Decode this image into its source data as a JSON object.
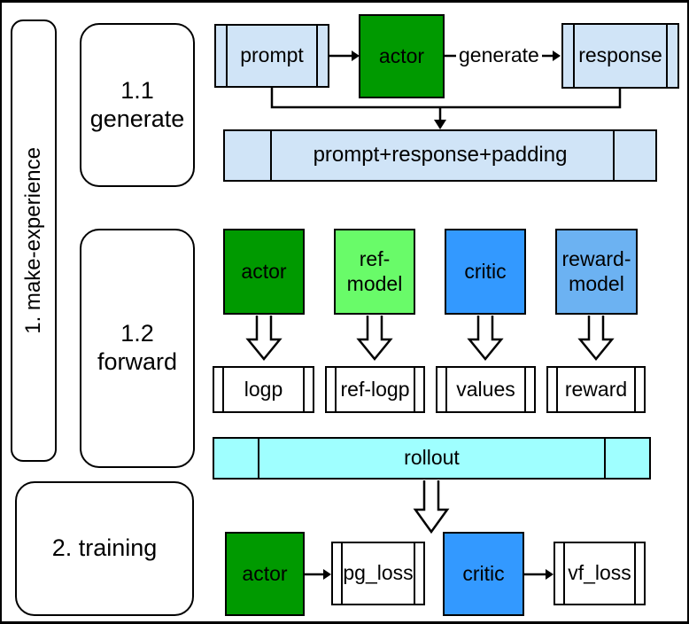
{
  "colors": {
    "box_blue": "#d0e4f7",
    "green": "#009a00",
    "light_green": "#69fb69",
    "blue": "#3399ff",
    "soft_blue": "#6cb2f2",
    "cyan": "#9fffff",
    "white": "#ffffff",
    "line": "#000000"
  },
  "rail": {
    "label": "1. make-experience"
  },
  "sections": {
    "generate": {
      "label": "1.1\ngenerate"
    },
    "forward": {
      "label": "1.2\nforward"
    },
    "training": {
      "label": "2. training"
    }
  },
  "generate_flow": {
    "prompt": "prompt",
    "actor": "actor",
    "arrow_label": "generate",
    "response": "response",
    "concat": "prompt+response+padding"
  },
  "forward_flow": {
    "models": [
      {
        "label": "actor",
        "color": "#009a00",
        "output": "logp"
      },
      {
        "label": "ref-\nmodel",
        "color": "#69fb69",
        "output": "ref-logp"
      },
      {
        "label": "critic",
        "color": "#3399ff",
        "output": "values"
      },
      {
        "label": "reward-\nmodel",
        "color": "#6cb2f2",
        "output": "reward"
      }
    ],
    "rollout": "rollout"
  },
  "training_flow": {
    "actor": "actor",
    "pg_loss": "pg_loss",
    "critic": "critic",
    "vf_loss": "vf_loss"
  }
}
